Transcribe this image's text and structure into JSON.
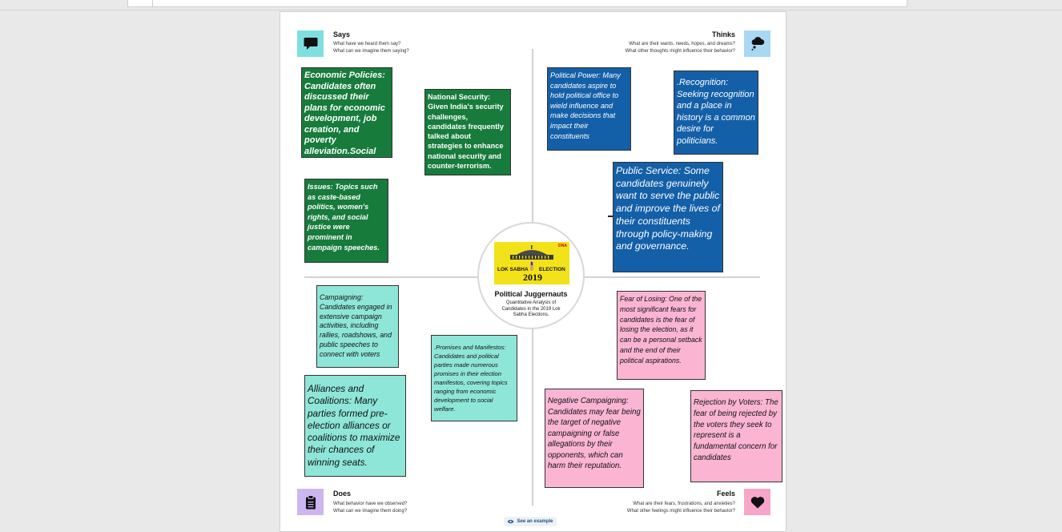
{
  "quadrants": {
    "says": {
      "title": "Says",
      "sub1": "What have we heard them say?",
      "sub2": "What can we imagine them saying?",
      "icon": "speech-bubble-icon",
      "icon_bg": "#7fdfe0"
    },
    "thinks": {
      "title": "Thinks",
      "sub1": "What are their wants, needs, hopes, and dreams?",
      "sub2": "What other thoughts might influence their behavior?",
      "icon": "thought-cloud-icon",
      "icon_bg": "#a9d8f5"
    },
    "does": {
      "title": "Does",
      "sub1": "What behavior have we observed?",
      "sub2": "What can we imagine them doing?",
      "icon": "clipboard-icon",
      "icon_bg": "#cdb6f0"
    },
    "feels": {
      "title": "Feels",
      "sub1": "What are their fears, frustrations, and anxieties?",
      "sub2": "What other feelings might influence their behavior?",
      "icon": "heart-icon",
      "icon_bg": "#f7a6c9"
    }
  },
  "center": {
    "title": "Political Juggernauts",
    "subtitle": "Quantitative Analysis of Candidates in the 2019 Lok Sabha Elections.",
    "logo_left": "LOK SABHA",
    "logo_right": "ELECTION",
    "logo_year": "2019",
    "logo_badge": "DNA"
  },
  "notes": {
    "economic": "Economic Policies: Candidates often discussed their plans for economic development, job creation, and poverty alleviation.Social",
    "security": "National Security: Given India's security challenges, candidates frequently talked about strategies to enhance national security and counter-terrorism.",
    "issues": "Issues: Topics such as caste-based politics, women's rights, and social justice were prominent in campaign speeches.",
    "power": "Political Power: Many candidates aspire to hold political office to wield influence and make decisions that impact their constituents",
    "recognition": ".Recognition: Seeking recognition and a place in history is a common desire for politicians.",
    "service": "Public Service: Some candidates genuinely want to serve the public and improve the lives of their constituents through policy-making and governance.",
    "campaigning": "Campaigning: Candidates engaged in extensive campaign activities, including rallies, roadshows, and public speeches to connect with voters",
    "promises": ".Promises and Manifestos: Candidates and political parties made numerous promises in their election manifestos, covering topics ranging from economic development to social welfare.",
    "alliances": "Alliances and Coalitions: Many parties formed pre-election alliances or coalitions to maximize their chances of winning seats.",
    "losing": "Fear of Losing: One of the most significant fears for candidates is the fear of losing the election, as it can be a personal setback and the end of their political aspirations.",
    "negative": "Negative Campaigning: Candidates may fear being the target of negative campaigning or false allegations by their opponents, which can harm their reputation.",
    "rejection": "Rejection by Voters: The fear of being rejected by the voters they seek to represent is a fundamental concern for candidates"
  },
  "colors": {
    "says_note": "#177b3c",
    "thinks_note": "#1460a8",
    "does_note": "#8ee6d8",
    "feels_note": "#fbb5d3"
  },
  "example_button": "See an example"
}
